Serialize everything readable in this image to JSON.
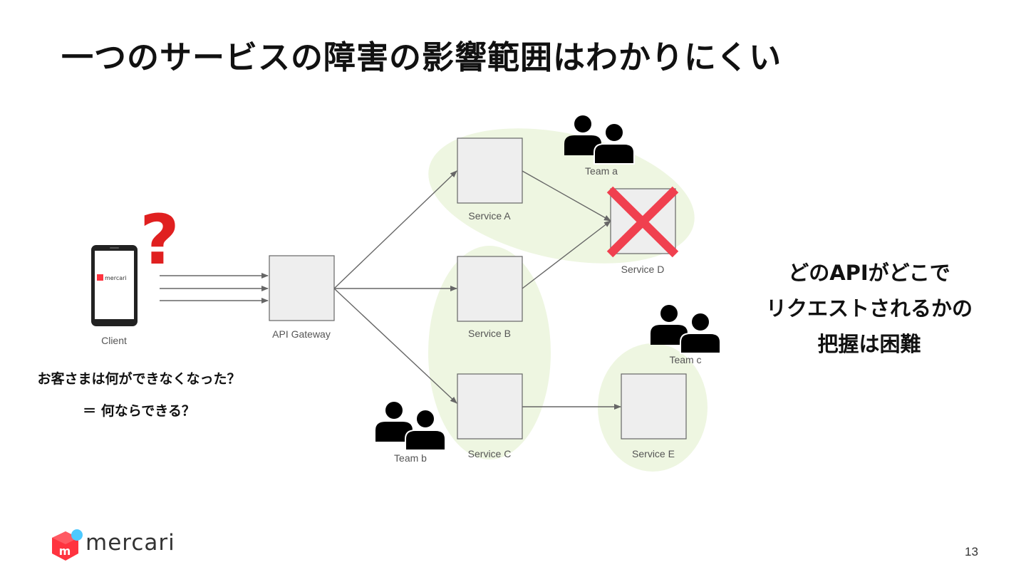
{
  "slide": {
    "title": "一つのサービスの障害の影響範囲はわかりにくい",
    "page_number": "13"
  },
  "diagram": {
    "client_label": "Client",
    "phone_logo_text": "mercari",
    "question_mark": "?",
    "gateway_label": "API Gateway",
    "services": {
      "a": "Service A",
      "b": "Service B",
      "c": "Service C",
      "d": "Service D",
      "e": "Service E"
    },
    "teams": {
      "a": "Team a",
      "b": "Team b",
      "c": "Team c"
    },
    "failed_service": "Service D",
    "colors": {
      "team_area": "#eef6e1",
      "box_fill": "#eeeeee",
      "box_stroke": "#666666",
      "arrow": "#666666",
      "failure_cross": "#f0404f",
      "question_mark": "#e02020"
    }
  },
  "captions": {
    "left": [
      "お客さまは何ができなくなった？",
      "＝ 何ならできる？"
    ],
    "right": [
      "どのAPIがどこで",
      "リクエストされるかの",
      "把握は困難"
    ]
  },
  "footer": {
    "logo_text": "mercari",
    "logo_colors": {
      "cube": "#ff333f",
      "dot": "#4dc9ff"
    }
  }
}
